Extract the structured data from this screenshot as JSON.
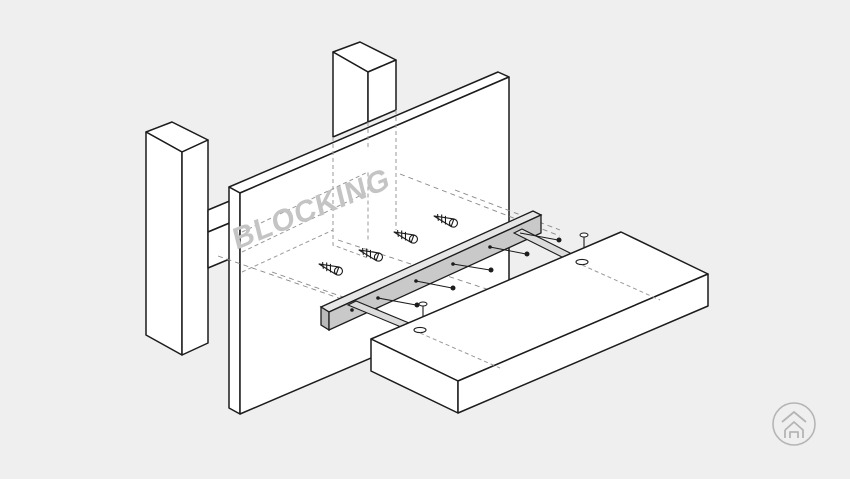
{
  "diagram": {
    "label": "BLOCKING",
    "colors": {
      "background": "#efefef",
      "line": "#1c1c1c",
      "face": "#ffffff",
      "bracket": "#c9c9c9",
      "label_gray": "#c4c4c4",
      "logo": "#b5b5b5"
    },
    "parts": [
      "stud-left",
      "stud-right",
      "drywall",
      "blocking",
      "shelf-bracket",
      "shelf-board",
      "wall-anchors",
      "screws"
    ],
    "logo_icon": "house-chevron-icon"
  }
}
